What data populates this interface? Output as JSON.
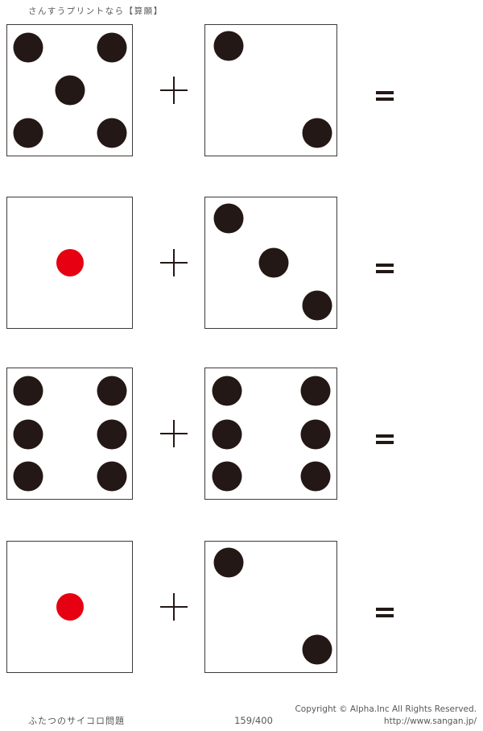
{
  "header": {
    "title": "さんすうプリントなら【算願】"
  },
  "problems": [
    {
      "left_die": {
        "value": 5,
        "pip_color": "black"
      },
      "operator": "+",
      "right_die": {
        "value": 2,
        "pip_color": "black"
      },
      "result_symbol": "="
    },
    {
      "left_die": {
        "value": 1,
        "pip_color": "red"
      },
      "operator": "+",
      "right_die": {
        "value": 3,
        "pip_color": "black"
      },
      "result_symbol": "="
    },
    {
      "left_die": {
        "value": 6,
        "pip_color": "black"
      },
      "operator": "+",
      "right_die": {
        "value": 6,
        "pip_color": "black"
      },
      "result_symbol": "="
    },
    {
      "left_die": {
        "value": 1,
        "pip_color": "red"
      },
      "operator": "+",
      "right_die": {
        "value": 2,
        "pip_color": "black"
      },
      "result_symbol": "="
    }
  ],
  "footer": {
    "worksheet_type": "ふたつのサイコロ問題",
    "page_number": "159/400",
    "copyright": "Copyright ©  Alpha.Inc All Rights Reserved.",
    "url": "http://www.sangan.jp/"
  },
  "colors": {
    "pip_black": "#231815",
    "pip_red": "#e60012",
    "die_border": "#3e3a39",
    "text_gray": "#595757"
  }
}
